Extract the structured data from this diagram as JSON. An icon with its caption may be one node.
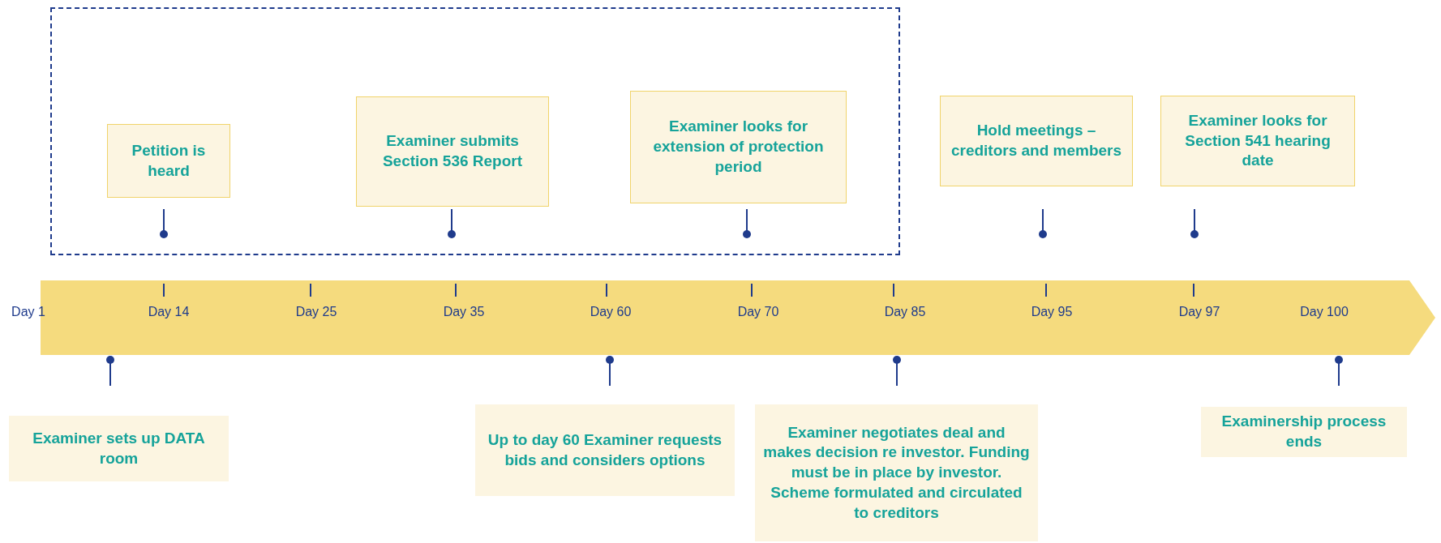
{
  "diagram": {
    "nodes": [
      {
        "text": [],
        "shape": "box"
      },
      {
        "text": [
          "Petition is heard"
        ],
        "in": 0
      },
      {
        "text": [
          "Examiner submits Section 536 Report"
        ],
        "in": 0
      },
      {
        "text": [
          "Examiner looks for extension of protection period"
        ],
        "in": 0
      },
      {
        "text": [
          "Hold meetings – creditors and members"
        ]
      },
      {
        "text": [
          "Examiner looks for Section 541 hearing date"
        ]
      },
      {
        "text": [
          "Examiner sets up DATA room"
        ]
      },
      {
        "text": [
          "Up to day 60 Examiner requests bids and considers options"
        ]
      },
      {
        "text": [
          "Examiner negotiates deal and makes decision re investor. Funding must be in place by investor. Scheme formulated and circulated to creditors"
        ]
      },
      {
        "text": [
          "Examinership process ends"
        ]
      }
    ],
    "edges": [],
    "labels": [
      "Day 1",
      "Day 14",
      "Day 25",
      "Day 35",
      "Day 60",
      "Day 70",
      "Day 85",
      "Day 95",
      "Day 97",
      "Day 100"
    ]
  }
}
